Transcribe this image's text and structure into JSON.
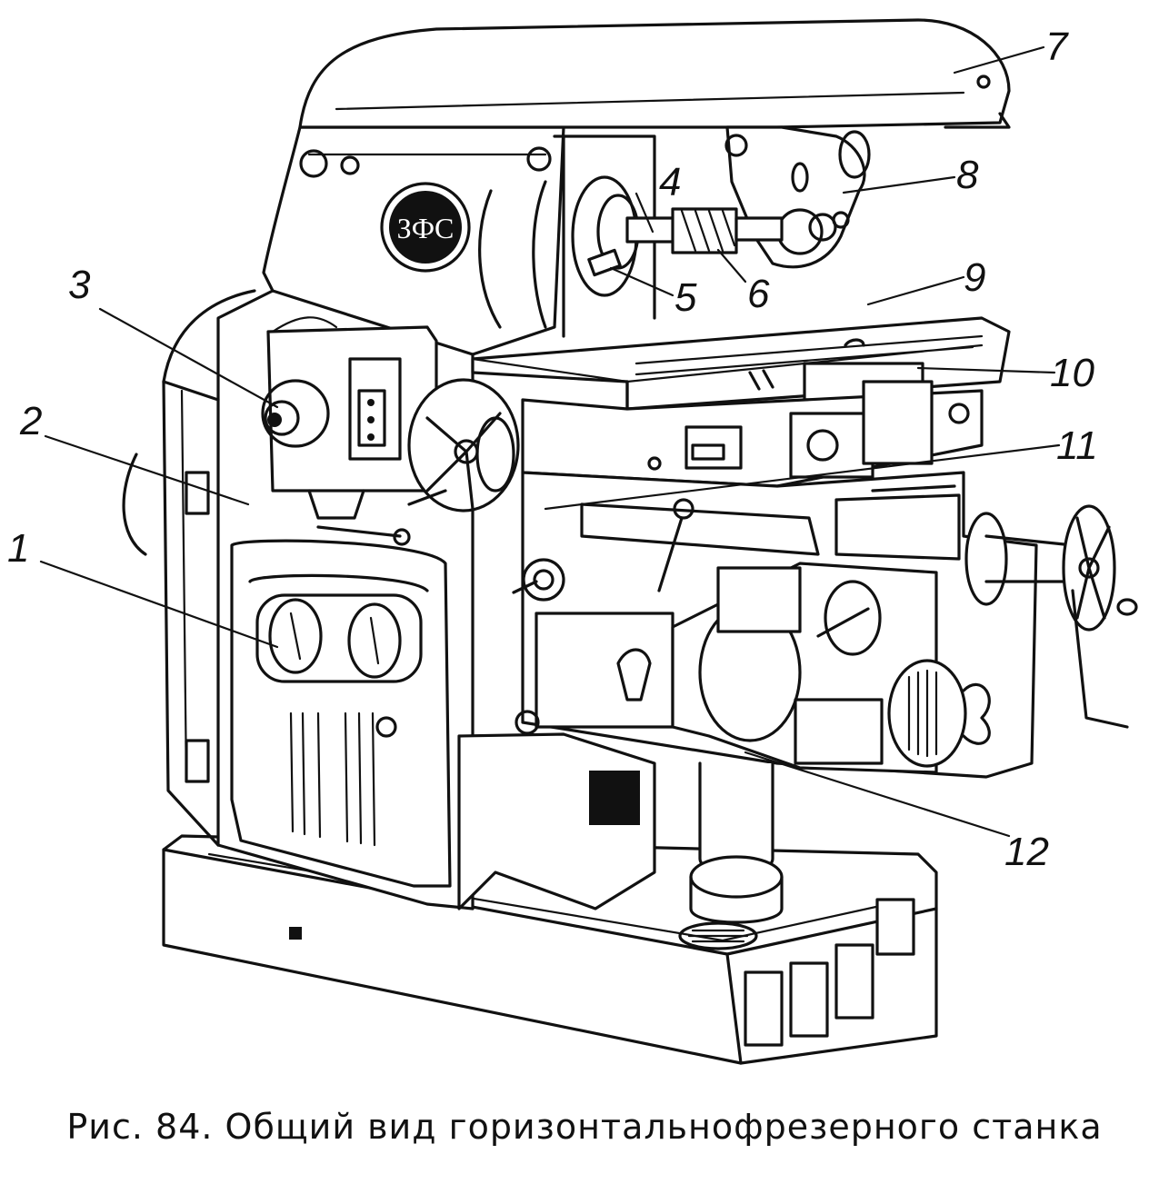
{
  "caption": "Рис. 84. Общий вид горизонтальнофрезерного станка",
  "emblem_text": "ЗФС",
  "labels": [
    {
      "id": "1",
      "text": "1"
    },
    {
      "id": "2",
      "text": "2"
    },
    {
      "id": "3",
      "text": "3"
    },
    {
      "id": "4",
      "text": "4"
    },
    {
      "id": "5",
      "text": "5"
    },
    {
      "id": "6",
      "text": "6"
    },
    {
      "id": "7",
      "text": "7"
    },
    {
      "id": "8",
      "text": "8"
    },
    {
      "id": "9",
      "text": "9"
    },
    {
      "id": "10",
      "text": "10"
    },
    {
      "id": "11",
      "text": "11"
    },
    {
      "id": "12",
      "text": "12"
    }
  ]
}
